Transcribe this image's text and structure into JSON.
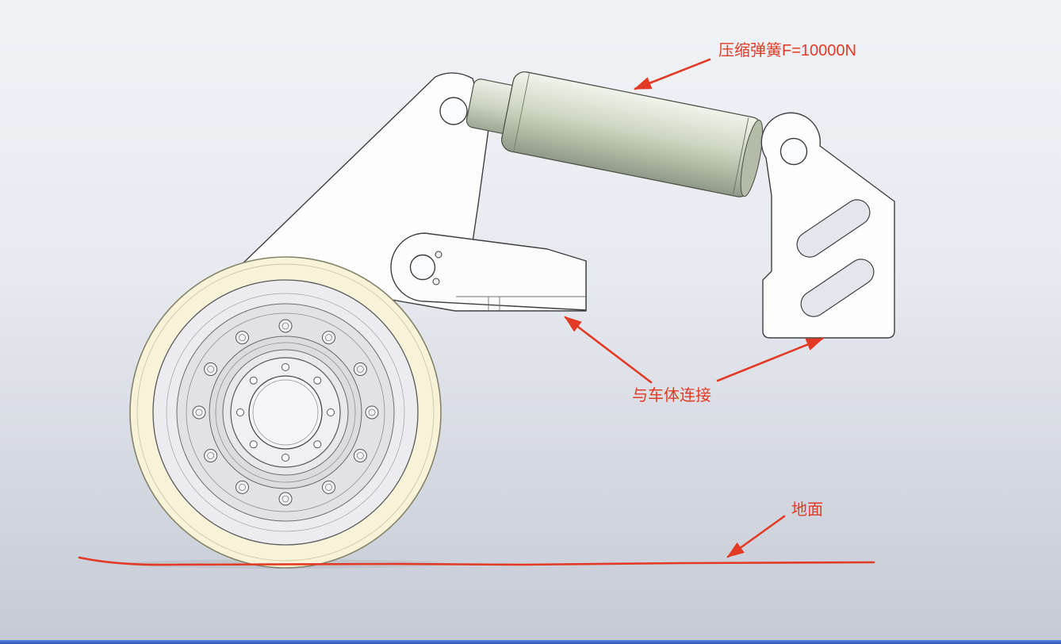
{
  "viewport": {
    "type": "cad-model-view",
    "subject": "wheel suspension assembly side view"
  },
  "annotations": {
    "spring_label": "压缩弹簧F=10000N",
    "body_connection_label": "与车体连接",
    "ground_label": "地面"
  },
  "colors": {
    "annotation_red": "#e23a25",
    "tire_cream": "#f7f2d8",
    "metal_white": "#fdfdfd",
    "cylinder_light": "#eff2ea",
    "cylinder_dark": "#8d9889",
    "bg_top": "#f0f2f6",
    "bg_bottom": "#c5cad5",
    "bottom_edge_blue": "#2b55b0"
  }
}
